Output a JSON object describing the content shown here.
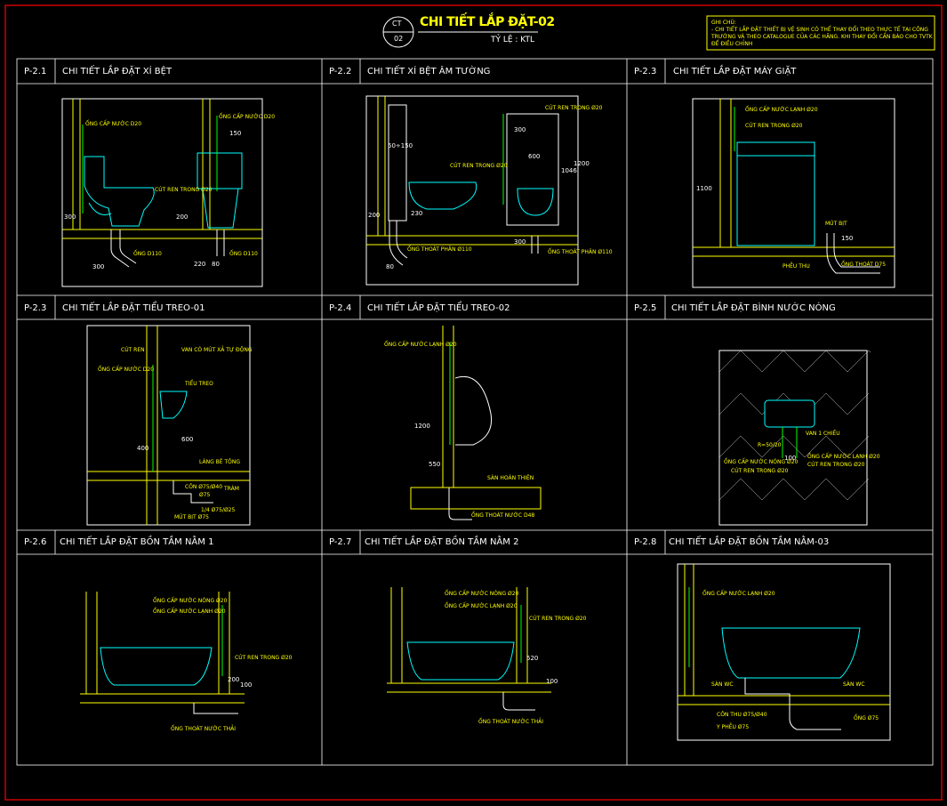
{
  "sheet": {
    "ref_top": "CT",
    "ref_bottom": "02",
    "title": "CHI TIẾT LẮP ĐẶT-02",
    "scale": "TỶ LỆ : KTL",
    "note_title": "GHI CHÚ:",
    "note_body": "- CHI TIẾT LẮP ĐẶT THIẾT BỊ VỆ SINH CÓ THỂ THAY ĐỔI THEO THỰC TẾ TẠI CÔNG TRƯỜNG VÀ THEO CATALOGUE CỦA CÁC HÃNG. KHI THAY ĐỔI CẦN BÁO CHO TVTK ĐỂ ĐIỀU CHỈNH"
  },
  "panels": [
    {
      "code": "P-2.1",
      "title": "CHI TIẾT LẮP ĐẶT XÍ BỆT"
    },
    {
      "code": "P-2.2",
      "title": "CHI TIẾT XÍ BỆT ÂM TƯỜNG"
    },
    {
      "code": "P-2.3",
      "title": "CHI TIẾT LẮP ĐẶT  MÁY GIẶT"
    },
    {
      "code": "P-2.3",
      "title": "CHI TIẾT LẮP ĐẶT TIỂU TREO-01"
    },
    {
      "code": "P-2.4",
      "title": "CHI TIẾT LẮP ĐẶT TIỂU TREO-02"
    },
    {
      "code": "P-2.5",
      "title": "CHI TIẾT LẮP ĐẶT BÌNH NƯỚC NÓNG"
    },
    {
      "code": "P-2.6",
      "title": "CHI TIẾT LẮP ĐẶT BỒN TẮM NẰM 1"
    },
    {
      "code": "P-2.7",
      "title": "CHI TIẾT LẮP ĐẶT BỒN TẮM NẰM 2"
    },
    {
      "code": "P-2.8",
      "title": "CHI TIẾT LẮP ĐẶT BỒN TẮM NẰM-03"
    }
  ],
  "annotations": {
    "p1": {
      "a1": "ỐNG CẤP NƯỚC D20",
      "a2": "ỐNG CẤP NƯỚC D20",
      "a3": "CÚT REN TRONG Ø20",
      "a4": "ỐNG D110",
      "a5": "ỐNG D110",
      "d1": "150",
      "d2": "200",
      "d3": "300",
      "d4": "220",
      "d5": "80",
      "d6": "300"
    },
    "p2": {
      "a1": "CÚT REN TRONG Ø20",
      "a2": "CÚT REN TRONG Ø20",
      "a3": "ỐNG THOÁT PHÂN Ø110",
      "a4": "ỐNG THOÁT PHÂN Ø110",
      "d1": "300",
      "d2": "600",
      "d3": "1046",
      "d4": "1200",
      "d5": "50÷150",
      "d6": "200",
      "d7": "230",
      "d8": "300",
      "d9": "80"
    },
    "p3": {
      "a1": "ỐNG CẤP NƯỚC LẠNH Ø20",
      "a2": "CÚT REN TRONG Ø20",
      "a3": "PHỄU THU",
      "a4": "ỐNG THOÁT D75",
      "a5": "MÚT BỊT",
      "d1": "1100",
      "d2": "150"
    },
    "p4": {
      "a1": "CÚT REN",
      "a2": "VAN CÓ MÚT XẢ TỰ ĐỘNG",
      "a3": "ỐNG CẤP NƯỚC D20",
      "a4": "TIỂU TREO",
      "a5": "LÁNG BÊ TÔNG",
      "a6": "CÔN Ø75/Ø40",
      "a7": "Ø75",
      "a8": "1/4 Ø75/Ø25",
      "a9": "MÚT BỊT Ø75",
      "a10": "TRÁM",
      "d1": "600",
      "d2": "400"
    },
    "p5": {
      "a1": "ỐNG CẤP NƯỚC LẠNH Ø20",
      "a2": "SÀN HOÀN THIỆN",
      "a3": "ỐNG THOÁT NƯỚC D48",
      "d1": "1200",
      "d2": "550"
    },
    "p6": {
      "a1": "VAN 1 CHIỀU",
      "a2": "R=50/20",
      "a3": "ỐNG CẤP NƯỚC NÓNG Ø20",
      "a4": "CÚT REN TRONG Ø20",
      "a5": "ỐNG CẤP NƯỚC LẠNH Ø20",
      "a6": "CÚT REN TRONG Ø20",
      "d1": "100"
    },
    "p7": {
      "a1": "ỐNG CẤP NƯỚC NÓNG Ø20",
      "a2": "ỐNG CẤP NƯỚC LẠNH Ø20",
      "a3": "CÚT REN TRONG Ø20",
      "a4": "ỐNG THOÁT NƯỚC THẢI",
      "d1": "200",
      "d2": "100"
    },
    "p8": {
      "a1": "ỐNG CẤP NƯỚC NÓNG Ø20",
      "a2": "ỐNG CẤP NƯỚC LẠNH Ø20",
      "a3": "CÚT REN TRONG Ø20",
      "a4": "ỐNG THOÁT NƯỚC THẢI",
      "d1": "520",
      "d2": "100"
    },
    "p9": {
      "a1": "ỐNG CẤP NƯỚC LẠNH Ø20",
      "a2": "SÀN WC",
      "a3": "SÀN WC",
      "a4": "CÔN THU Ø75/Ø40",
      "a5": "Y PHỄU Ø75",
      "a6": "ỐNG Ø75"
    }
  },
  "colors": {
    "frame": "#ff0000",
    "grid": "#ffffff",
    "wall": "#ffff00",
    "pipe": "#00ff00",
    "fixture": "#00ffff",
    "text": "#ffffff",
    "accent": "#ffff00"
  }
}
